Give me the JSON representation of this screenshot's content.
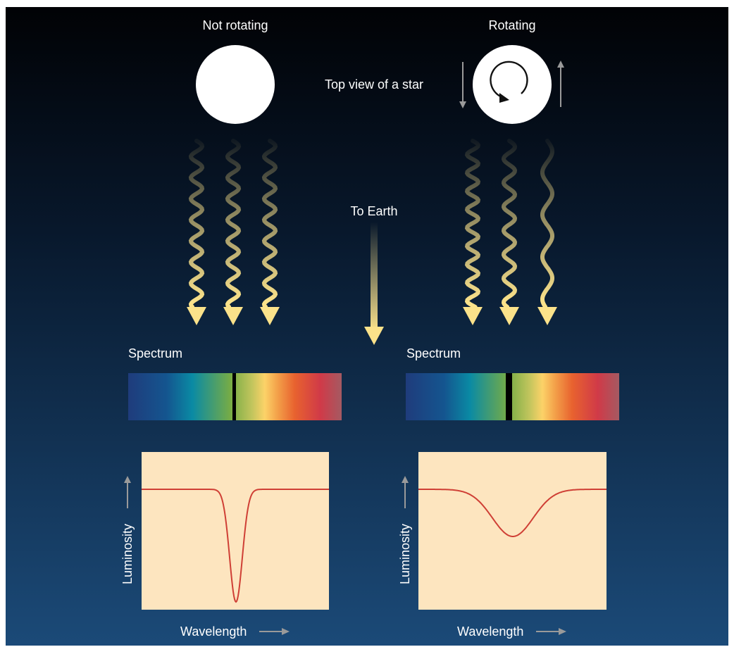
{
  "labels": {
    "not_rotating": "Not rotating",
    "rotating": "Rotating",
    "top_view": "Top view of a star",
    "to_earth": "To Earth"
  },
  "panels": [
    {
      "spectrum_label": "Spectrum",
      "luminosity_label": "Luminosity",
      "wavelength_label": "Wavelength",
      "line_profile": "narrow"
    },
    {
      "spectrum_label": "Spectrum",
      "luminosity_label": "Luminosity",
      "wavelength_label": "Wavelength",
      "line_profile": "broad"
    }
  ],
  "colors": {
    "background_top": "#010205",
    "background_bottom": "#1b4a78",
    "star": "#ffffff",
    "light_wave": "#fbe28a",
    "graph_background": "#fde5bf",
    "profile_line": "#cf3f35",
    "absorption_line": "#000000",
    "spectrum": [
      "#1f3c7c",
      "#0a8aa4",
      "#77ac45",
      "#fcd268",
      "#e8622f",
      "#d03a48",
      "#a55a62"
    ]
  }
}
